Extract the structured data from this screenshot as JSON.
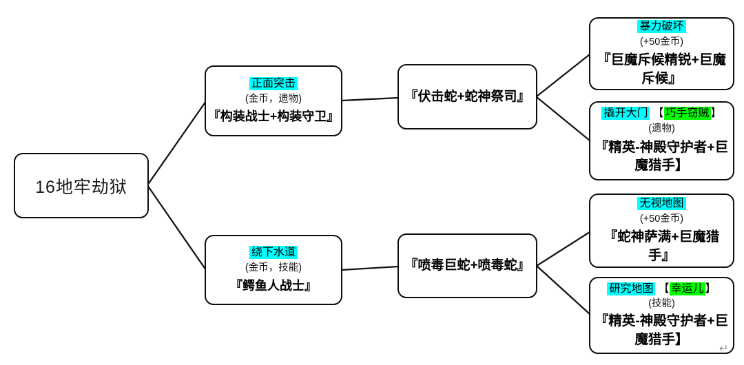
{
  "diagram": {
    "root": {
      "label": "16地牢劫狱"
    },
    "branches": {
      "top": {
        "title": "正面突击",
        "reward": "(金币，遗物)",
        "enemies": "『构装战士+构装守卫』"
      },
      "bottom": {
        "title": "绕下水道",
        "reward": "(金币，技能)",
        "enemies": "『鳄鱼人战士』"
      }
    },
    "encounters": {
      "top": {
        "enemies": "『伏击蛇+蛇神祭司』"
      },
      "bottom": {
        "enemies": "『喷毒巨蛇+喷毒蛇』"
      }
    },
    "options": {
      "break_door": {
        "title": "暴力破坏",
        "reward": "(+50金币)",
        "enemies": "『巨魔斥候精锐+巨魔斥候』"
      },
      "pry_door": {
        "title": "撬开大门",
        "bracket_open": "【",
        "requirement": "巧手窃贼",
        "bracket_close": "】",
        "reward": "(遗物)",
        "enemies": "『精英-神殿守护者+巨魔猎手】"
      },
      "ignore_map": {
        "title": "无视地图",
        "reward": "(+50金币)",
        "enemies": "『蛇神萨满+巨魔猎手』"
      },
      "study_map": {
        "title": "研究地图",
        "bracket_open": "【",
        "requirement": "幸运儿",
        "bracket_close": "】",
        "reward": "(技能)",
        "enemies": "『精英-神殿守护者+巨魔猎手】"
      }
    },
    "colors": {
      "action_highlight": "#00ffff",
      "requirement_highlight": "#00ff00",
      "line": "#141414",
      "border": "#0d0d0d"
    },
    "end_of_line_mark": "↵"
  }
}
